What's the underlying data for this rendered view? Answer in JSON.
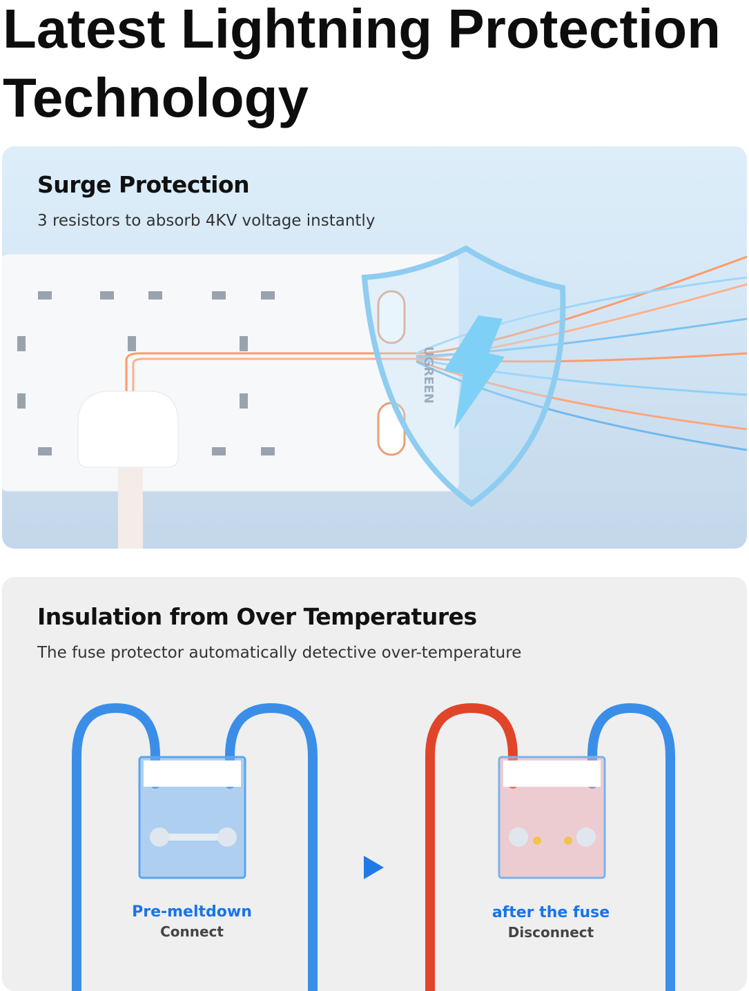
{
  "title": {
    "line1": "Latest Lightning Protection",
    "line2": "Technology"
  },
  "surge": {
    "heading": "Surge Protection",
    "subtitle": "3 resistors to absorb 4KV voltage instantly",
    "logo_text": "UGREEN"
  },
  "insulation": {
    "heading": "Insulation from Over Temperatures",
    "subtitle": "The fuse protector automatically detective over-temperature",
    "before": {
      "label": "Pre-meltdown",
      "state": "Connect"
    },
    "after": {
      "label": "after the fuse",
      "state": "Disconnect"
    }
  },
  "colors": {
    "accent_blue": "#1a73e8",
    "arrow_blue": "#1e7be6",
    "wire_red": "#e0452a"
  }
}
